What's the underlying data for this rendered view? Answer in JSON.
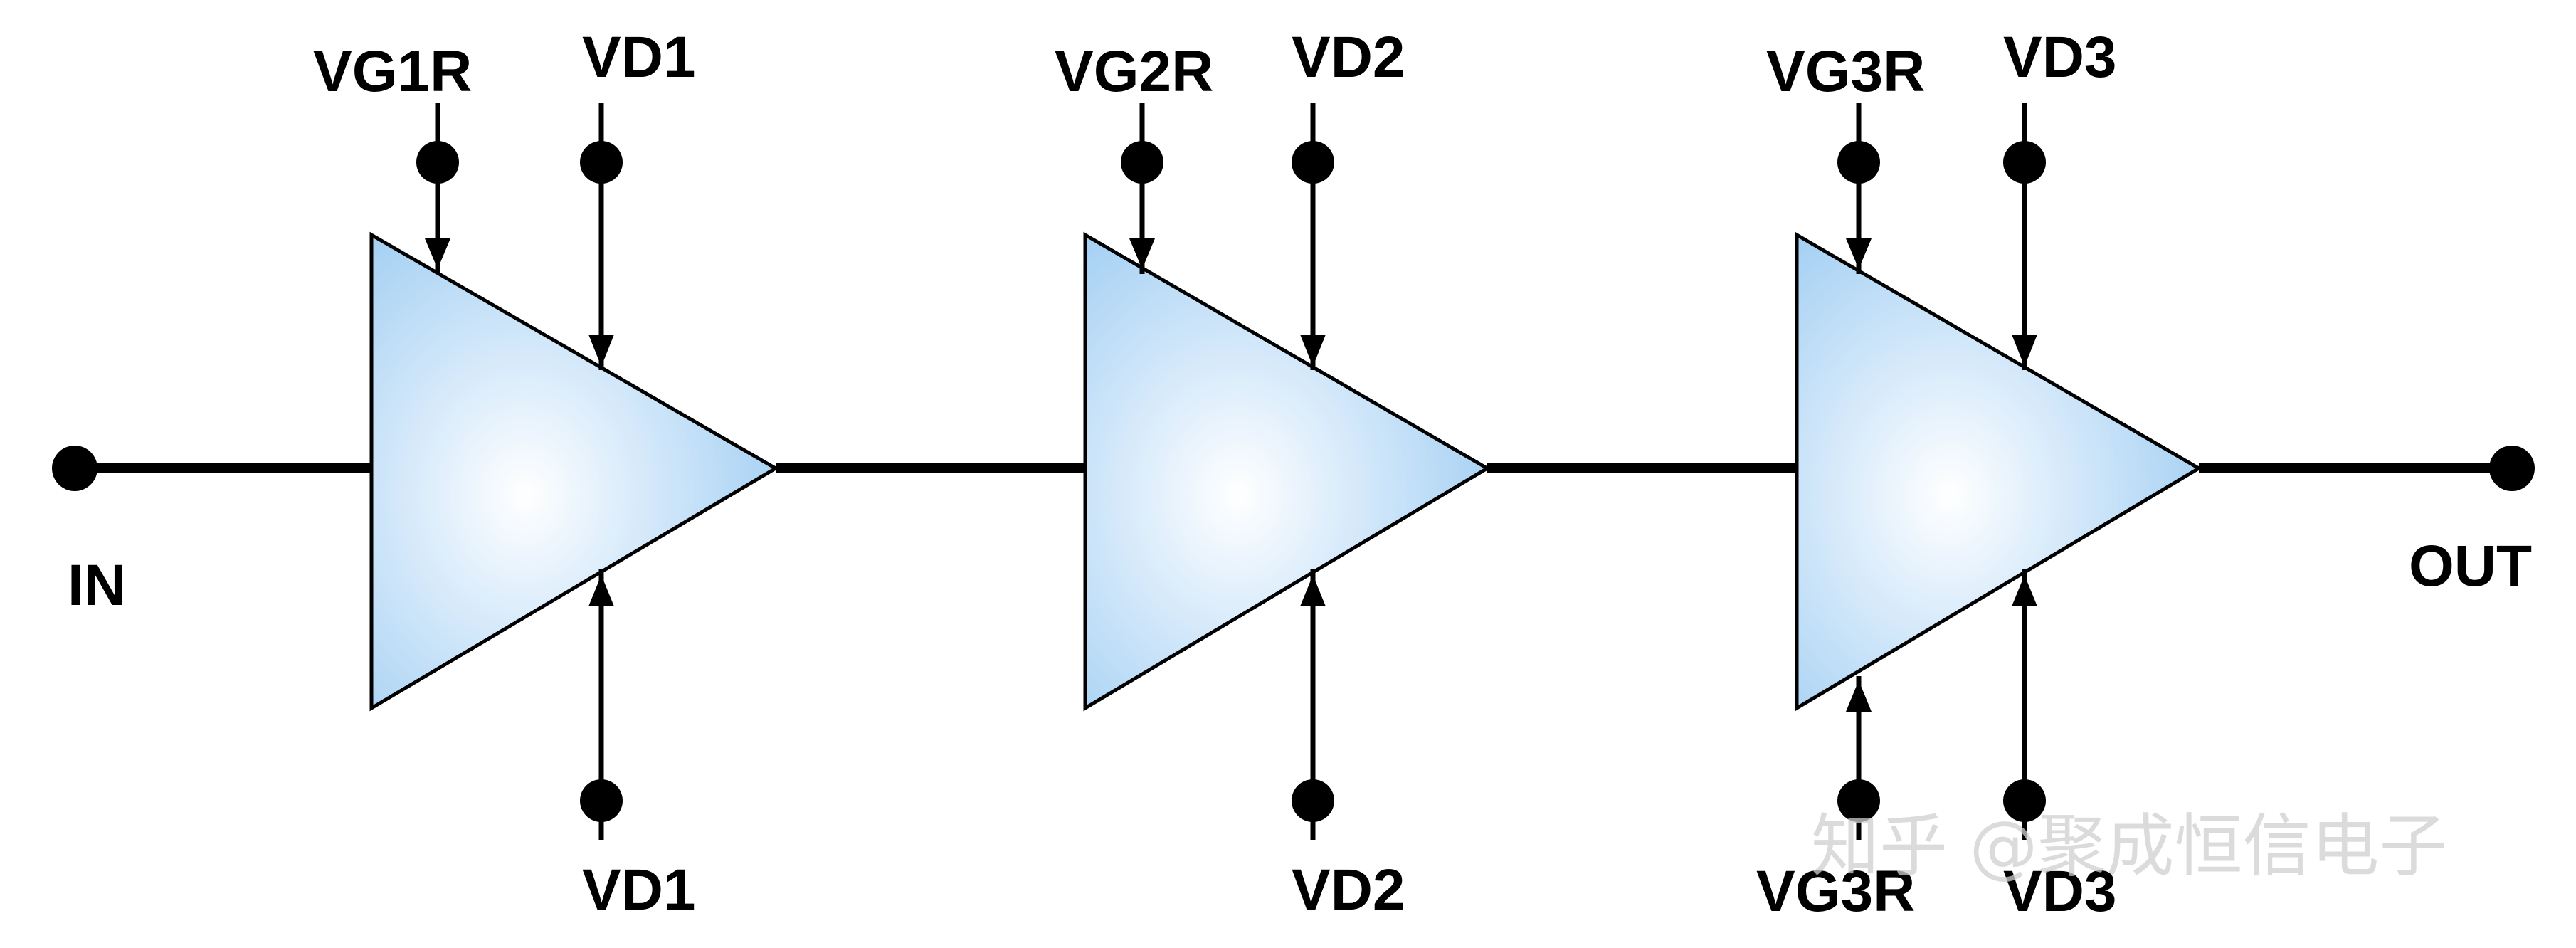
{
  "labels": {
    "in": "IN",
    "out": "OUT",
    "stage1": {
      "gate_top": "VG1R",
      "drain_top": "VD1",
      "drain_bottom": "VD1"
    },
    "stage2": {
      "gate_top": "VG2R",
      "drain_top": "VD2",
      "drain_bottom": "VD2"
    },
    "stage3": {
      "gate_top": "VG3R",
      "drain_top": "VD3",
      "gate_bottom": "VG3R",
      "drain_bottom": "VD3"
    }
  },
  "watermark": "知乎 @聚成恒信电子",
  "colors": {
    "amplifier_fill_edge": "#9fcdf2",
    "amplifier_fill_center": "#ffffff",
    "wire": "#000000"
  }
}
